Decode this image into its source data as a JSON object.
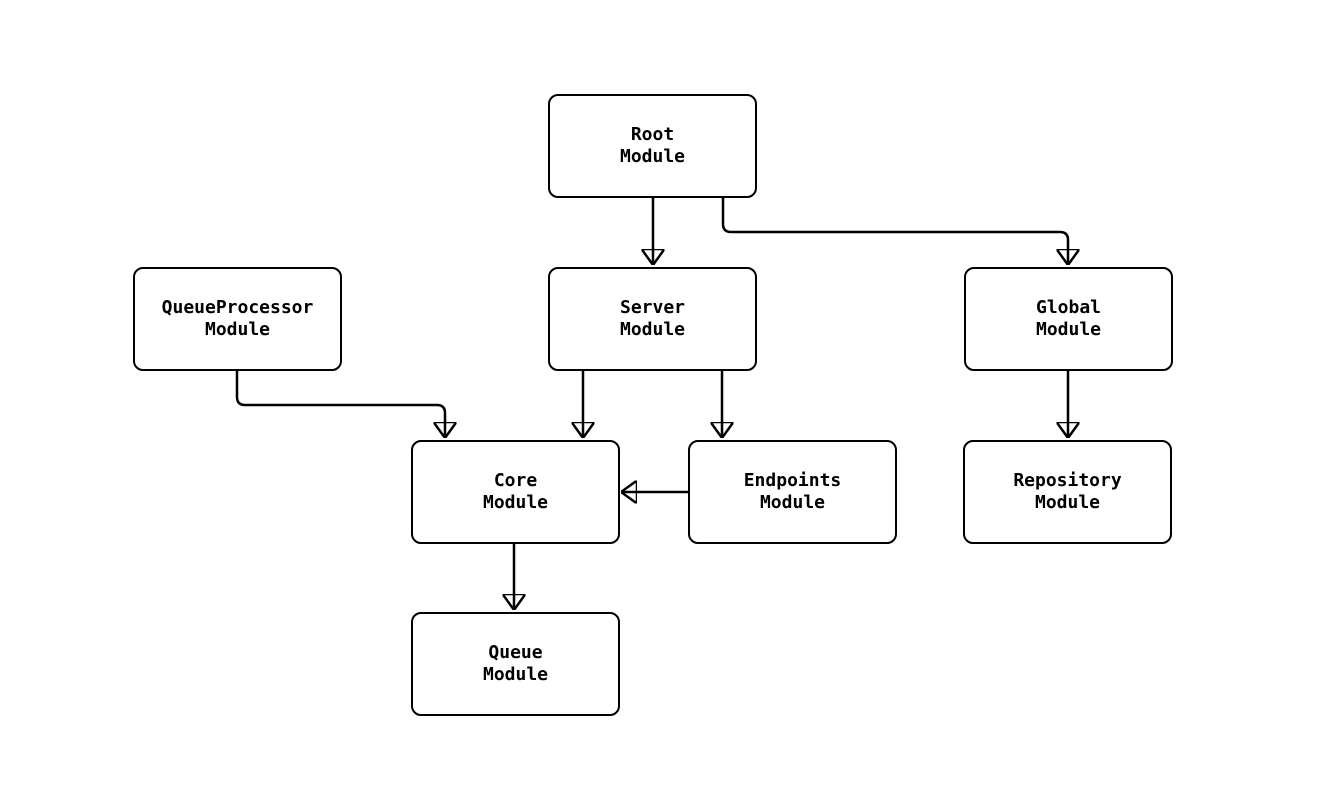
{
  "diagram": {
    "type": "flowchart",
    "background_color": "#ffffff",
    "node_fill_color": "#ffffff",
    "node_border_color": "#000000",
    "edge_color": "#000000",
    "text_color": "#000000",
    "nodes": [
      {
        "id": "root",
        "label": "Root\nModule"
      },
      {
        "id": "server",
        "label": "Server\nModule"
      },
      {
        "id": "queueprocessor",
        "label": "QueueProcessor\nModule"
      },
      {
        "id": "global",
        "label": "Global\nModule"
      },
      {
        "id": "core",
        "label": "Core\nModule"
      },
      {
        "id": "endpoints",
        "label": "Endpoints\nModule"
      },
      {
        "id": "repository",
        "label": "Repository\nModule"
      },
      {
        "id": "queue",
        "label": "Queue\nModule"
      }
    ],
    "edges": [
      {
        "from": "root",
        "to": "server"
      },
      {
        "from": "root",
        "to": "global"
      },
      {
        "from": "queueprocessor",
        "to": "core"
      },
      {
        "from": "server",
        "to": "core"
      },
      {
        "from": "server",
        "to": "endpoints"
      },
      {
        "from": "endpoints",
        "to": "core"
      },
      {
        "from": "global",
        "to": "repository"
      },
      {
        "from": "core",
        "to": "queue"
      }
    ]
  }
}
